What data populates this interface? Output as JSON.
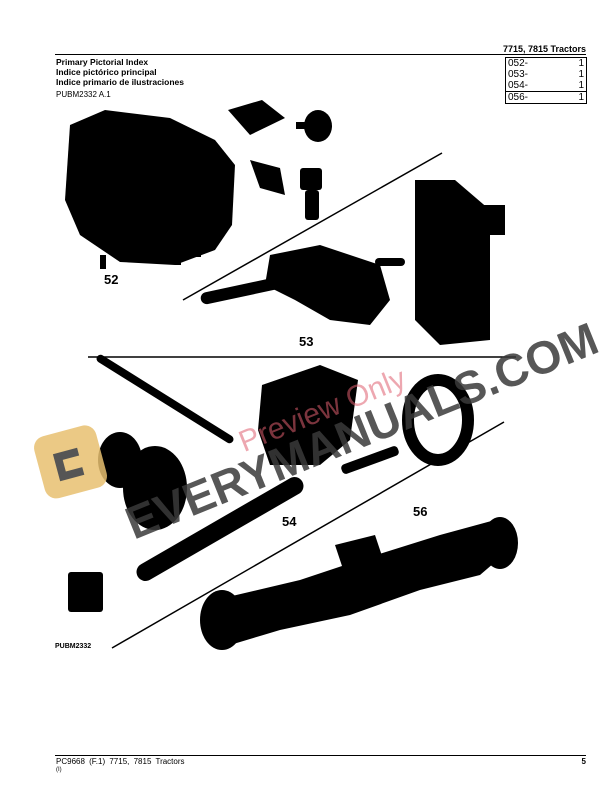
{
  "header": {
    "title": "7715, 7815 Tractors",
    "index_titles": [
      "Primary Pictorial Index",
      "Indice pictórico principal",
      "Indice primario de ilustraciones"
    ],
    "reference": "PUBM2332 A.1"
  },
  "page_index": [
    {
      "section": "052-",
      "page": "1"
    },
    {
      "section": "053-",
      "page": "1"
    },
    {
      "section": "054-",
      "page": "1"
    },
    {
      "section": "056-",
      "page": "1"
    }
  ],
  "figure": {
    "sections": [
      "52",
      "53",
      "54",
      "56"
    ],
    "figure_id": "PUBM2332"
  },
  "watermark": {
    "brand": "EVERYMANUALS.COM",
    "preview": "Preview Only"
  },
  "footer": {
    "left": "PC9668 (F.1) 7715, 7815 Tractors",
    "sub": "(I)",
    "page": "5"
  }
}
